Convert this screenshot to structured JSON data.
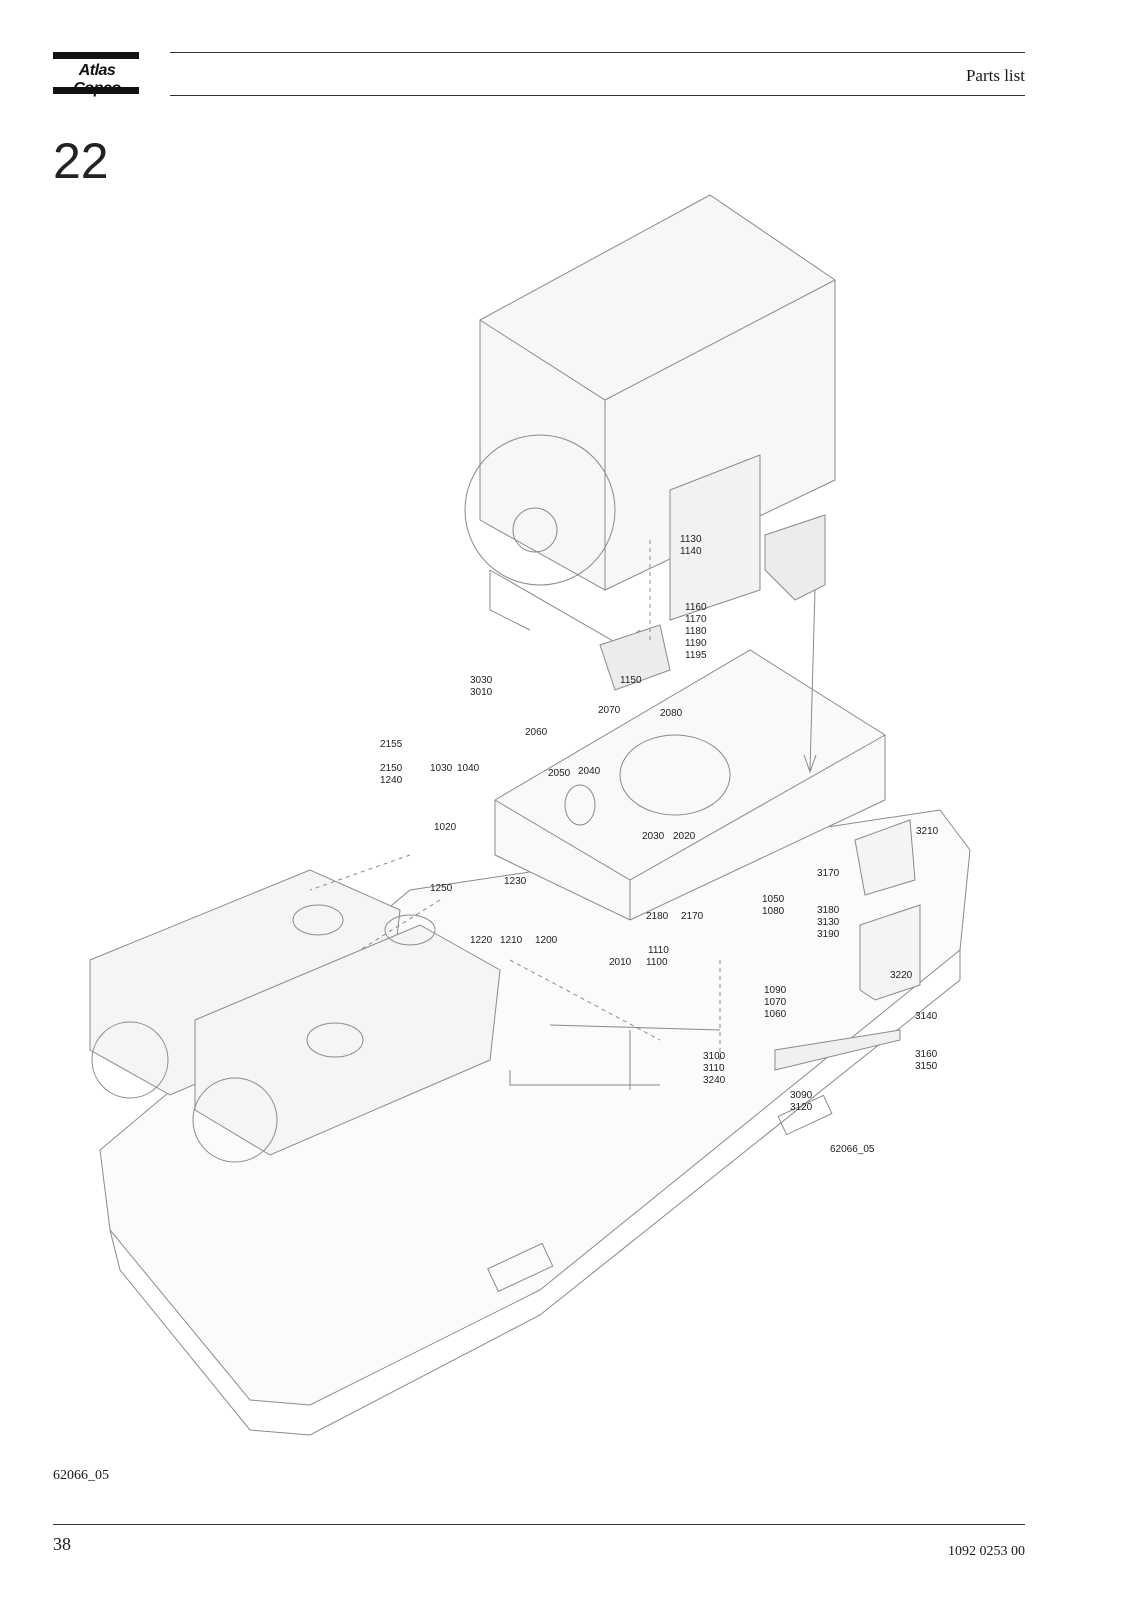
{
  "header": {
    "brand": "Atlas Copco",
    "title": "Parts list"
  },
  "section": {
    "number": "22"
  },
  "drawing": {
    "drawing_number": "62066_05",
    "callouts": [
      "1130",
      "1140",
      "1160",
      "1170",
      "1180",
      "1190",
      "1195",
      "1150",
      "3030",
      "3010",
      "2070",
      "2080",
      "2060",
      "2155",
      "2150",
      "1240",
      "1030",
      "1040",
      "2050",
      "2040",
      "2030",
      "2020",
      "1020",
      "1250",
      "1230",
      "1220",
      "1210",
      "1200",
      "2010",
      "2180",
      "2170",
      "1050",
      "1080",
      "1110",
      "1100",
      "1090",
      "1070",
      "1060",
      "3210",
      "3170",
      "3180",
      "3130",
      "3190",
      "3220",
      "3140",
      "3100",
      "3110",
      "3240",
      "3090",
      "3120",
      "3160",
      "3150"
    ]
  },
  "footer": {
    "figure_id": "62066_05",
    "page_number": "38",
    "document_number": "1092 0253 00"
  }
}
